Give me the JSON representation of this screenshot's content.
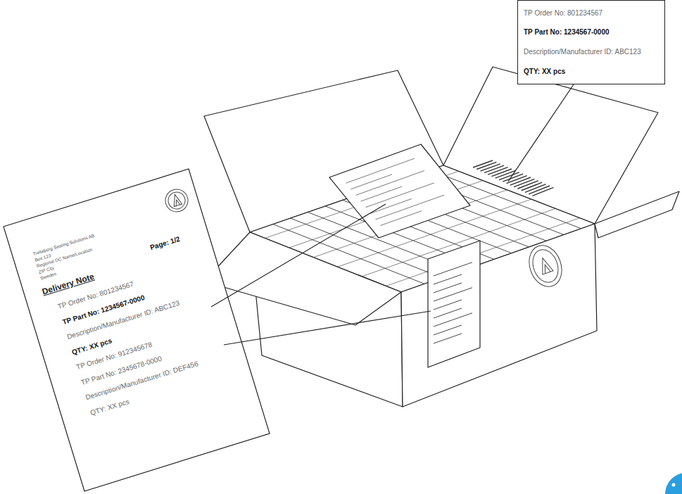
{
  "diagram": {
    "nodes": [
      {
        "text": [
          "TP Order No: 801234567",
          "TP Part No: 1234567-0000",
          "Description/Manufacturer ID: ABC123",
          "QTY: XX pcs"
        ]
      },
      {
        "text": [
          "Trelleborg Sealing Solutions AB",
          "Box 123",
          "Regional DC Name/Location",
          "ZIP City",
          "Sweden",
          "Page: 1/2",
          "Delivery Note",
          "TP Order No: 801234567",
          "TP Part No: 1234567-0000",
          "Description/Manufacturer ID: ABC123",
          "QTY: XX pcs",
          "TP Order No: 912345678",
          "TP Part No: 2345678-0000",
          "Description/Manufacturer ID: DEF456",
          "QTY: XX pcs"
        ]
      }
    ]
  }
}
